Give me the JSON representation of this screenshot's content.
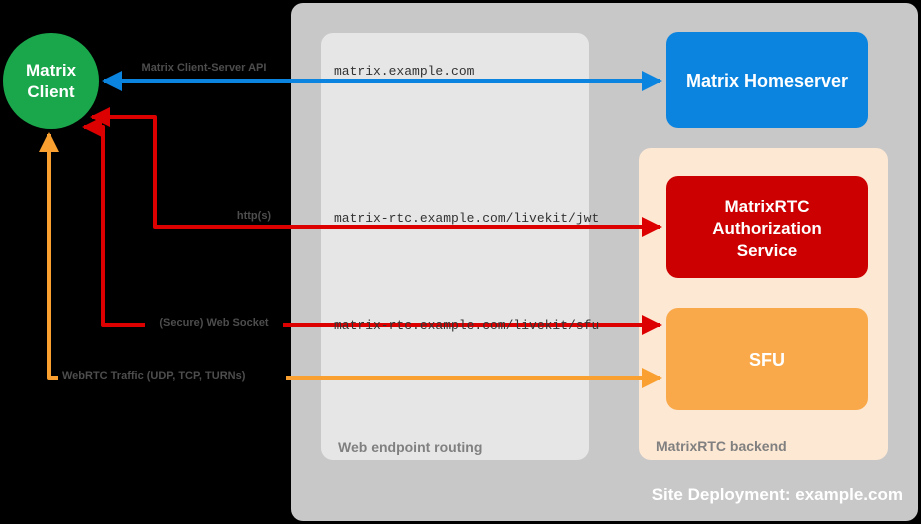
{
  "diagram": {
    "title": "Site Deployment: example.com",
    "background_color": "#000000",
    "containers": [
      {
        "id": "site-deployment",
        "label": "Site Deployment: example.com",
        "color": "#c8c8c8",
        "label_color": "#ffffff"
      },
      {
        "id": "web-endpoint-routing",
        "label": "Web endpoint routing",
        "color": "#e6e6e6",
        "label_color": "#808080"
      },
      {
        "id": "matrixrtc-backend",
        "label": "MatrixRTC backend",
        "color": "#fde8d3",
        "label_color": "#808080"
      }
    ],
    "nodes": [
      {
        "id": "matrix-client",
        "label_lines": [
          "Matrix",
          "Client"
        ],
        "shape": "circle",
        "color": "#1aa64b",
        "text_color": "#ffffff"
      },
      {
        "id": "matrix-homeserver",
        "label_lines": [
          "Matrix Homeserver"
        ],
        "shape": "rounded-rect",
        "color": "#0b84e0",
        "text_color": "#ffffff"
      },
      {
        "id": "matrixrtc-authorization-service",
        "label_lines": [
          "MatrixRTC",
          "Authorization",
          "Service"
        ],
        "shape": "rounded-rect",
        "color": "#cc0000",
        "text_color": "#ffffff"
      },
      {
        "id": "sfu",
        "label_lines": [
          "SFU"
        ],
        "shape": "rounded-rect",
        "color": "#f9a94a",
        "text_color": "#ffffff"
      }
    ],
    "edges": [
      {
        "id": "client-server-api",
        "label": "Matrix Client-Server API",
        "endpoint": "matrix.example.com",
        "color": "#0b84e0",
        "direction": "bidirectional",
        "from": "matrix-client",
        "to": "matrix-homeserver"
      },
      {
        "id": "https-jwt",
        "label": "http(s)",
        "endpoint": "matrix-rtc.example.com/livekit/jwt",
        "color": "#dd0000",
        "direction": "bidirectional",
        "from": "matrix-client",
        "to": "matrixrtc-authorization-service"
      },
      {
        "id": "secure-web-socket",
        "label": "(Secure) Web Socket",
        "endpoint": "matrix-rtc.example.com/livekit/sfu",
        "color": "#dd0000",
        "direction": "bidirectional",
        "from": "matrix-client",
        "to": "sfu"
      },
      {
        "id": "webrtc-traffic",
        "label": "WebRTC Traffic (UDP, TCP, TURNs)",
        "endpoint": "",
        "color": "#f9a030",
        "direction": "bidirectional",
        "from": "matrix-client",
        "to": "sfu"
      }
    ]
  }
}
